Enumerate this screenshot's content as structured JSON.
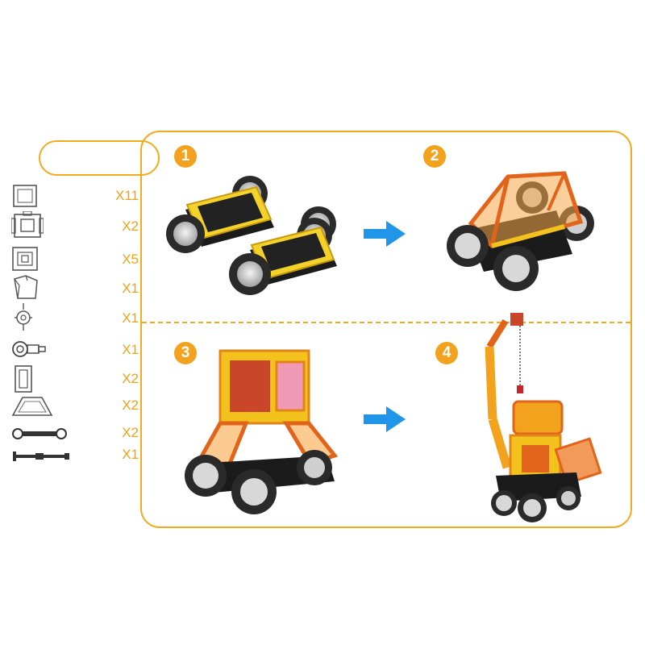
{
  "colors": {
    "accent": "#f2ab1e",
    "arrow": "#2196e8",
    "qty": "#f0a11a"
  },
  "parts": [
    {
      "icon": "square-tile-icon",
      "qty": "X11"
    },
    {
      "icon": "wheel-connector-square-icon",
      "qty": "X2"
    },
    {
      "icon": "window-square-icon",
      "qty": "X5"
    },
    {
      "icon": "bucket-scoop-icon",
      "qty": "X1"
    },
    {
      "icon": "pulley-hook-icon",
      "qty": "X1"
    },
    {
      "icon": "crank-joint-icon",
      "qty": "X1"
    },
    {
      "icon": "long-rectangle-icon",
      "qty": "X2"
    },
    {
      "icon": "trapezoid-tile-icon",
      "qty": "X2"
    },
    {
      "icon": "link-bar-icon",
      "qty": "X2"
    },
    {
      "icon": "axle-rod-icon",
      "qty": "X1"
    }
  ],
  "steps": [
    {
      "number": "1"
    },
    {
      "number": "2"
    },
    {
      "number": "3"
    },
    {
      "number": "4"
    }
  ]
}
